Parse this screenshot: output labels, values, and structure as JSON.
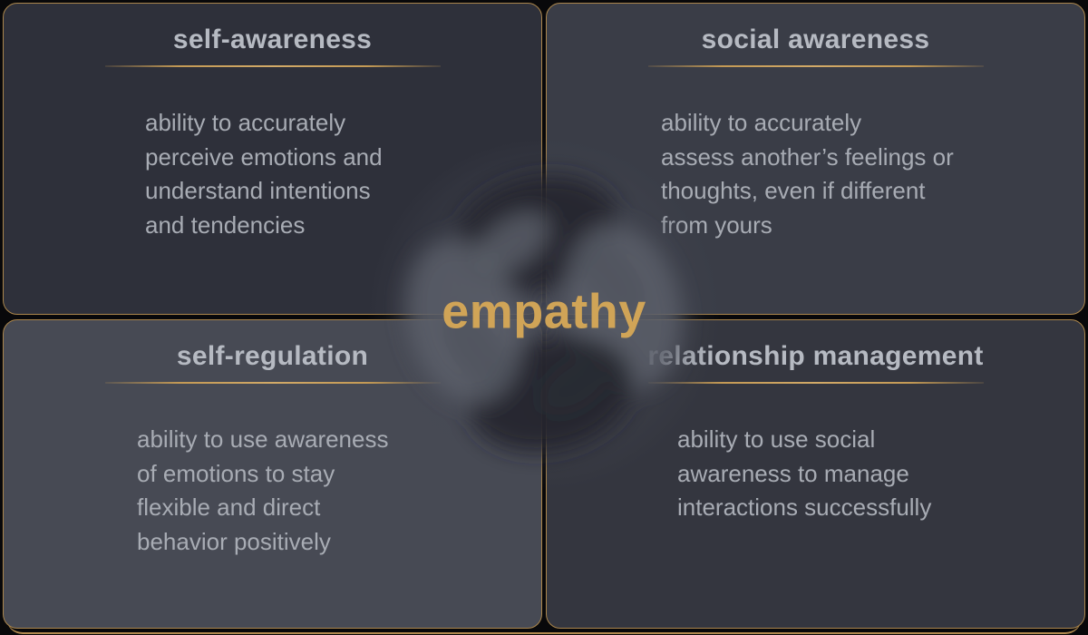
{
  "title_card": {
    "center_label": "empathy"
  },
  "colors": {
    "background": "#08080a",
    "border_gold": "#ab864c",
    "underline_gold": "#c49a55",
    "empathy_gold": "#d0a457",
    "title_text": "#b6bac2",
    "body_text": "#a8acb4",
    "panel_self_awareness": "#2e303a",
    "panel_social_awareness": "#3a3d47",
    "panel_self_regulation": "#474a54",
    "panel_relationship_management": "#34363f",
    "swirl_dark_arm": "#24262e",
    "swirl_light_arm": "#5d616c"
  },
  "quadrants": [
    {
      "title": "self-awareness",
      "lines": [
        "ability to accurately",
        "perceive emotions and",
        "understand intentions",
        "and tendencies"
      ]
    },
    {
      "title": "social awareness",
      "lines": [
        "ability to accurately",
        "assess another’s feelings or",
        "thoughts, even if different",
        "from yours"
      ]
    },
    {
      "title": "self-regulation",
      "lines": [
        "ability to use awareness",
        "of emotions to stay",
        "flexible and direct",
        "behavior positively"
      ]
    },
    {
      "title": "relationship management",
      "lines": [
        "ability to use social",
        "awareness to manage",
        "interactions successfully"
      ]
    }
  ]
}
